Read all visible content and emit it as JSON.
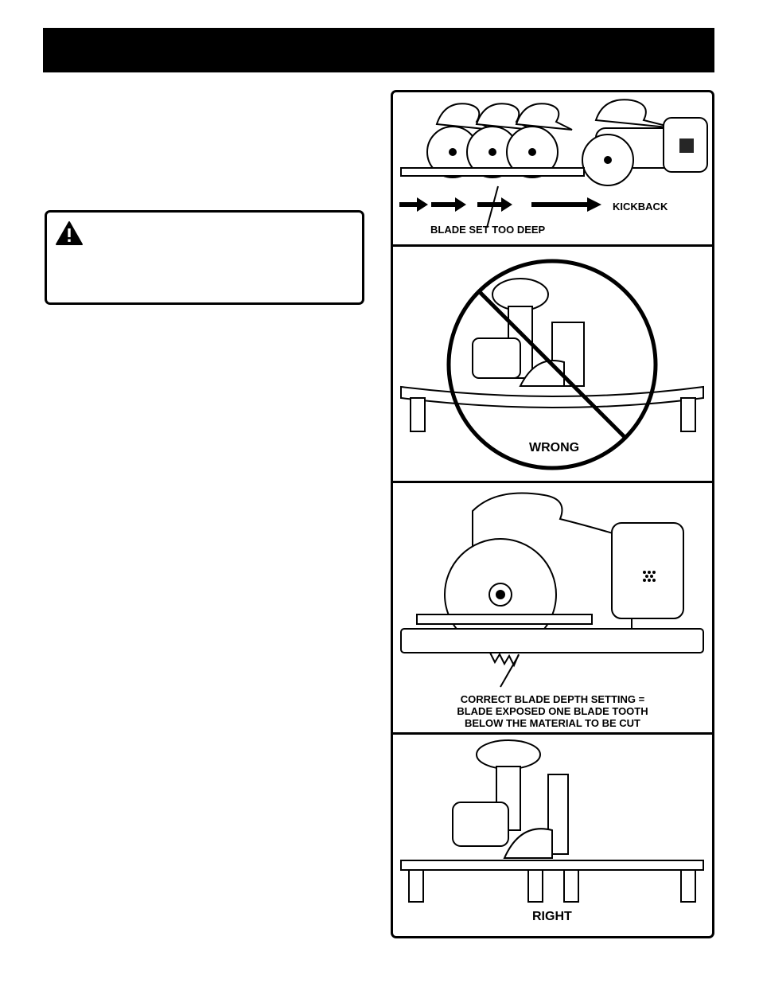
{
  "figure": {
    "panel1": {
      "label_kickback": "KICKBACK",
      "label_blade_deep": "BLADE SET TOO DEEP"
    },
    "panel2": {
      "label": "WRONG"
    },
    "panel3": {
      "caption_lines": [
        "CORRECT BLADE DEPTH SETTING =",
        "BLADE EXPOSED ONE BLADE TOOTH",
        "BELOW THE MATERIAL TO BE CUT"
      ]
    },
    "panel4": {
      "label": "RIGHT"
    }
  },
  "icons": {
    "warning": "warning-triangle-icon"
  }
}
